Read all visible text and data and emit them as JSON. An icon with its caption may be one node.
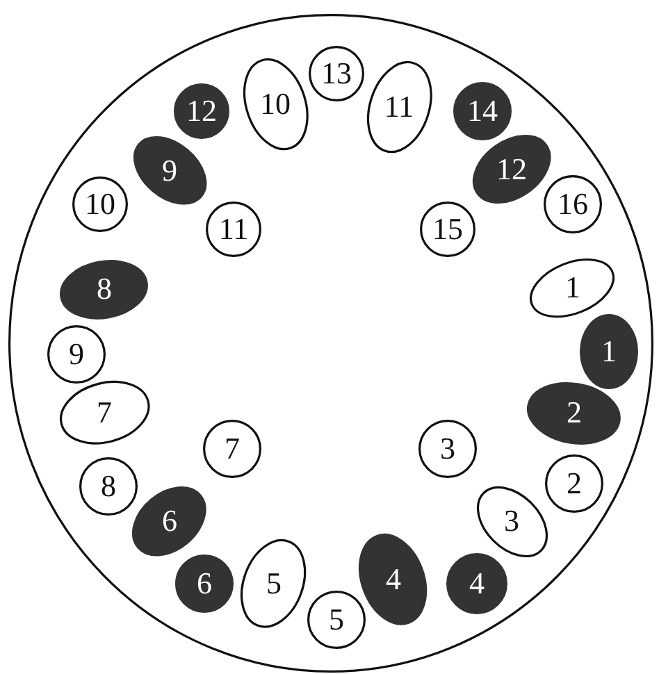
{
  "diagram": {
    "nodes": [
      {
        "text": [],
        "shape": "circle"
      },
      {
        "text": [
          "13"
        ],
        "in": 0
      },
      {
        "text": [
          "12"
        ],
        "in": 0
      },
      {
        "text": [
          "10"
        ],
        "in": 0
      },
      {
        "text": [
          "11"
        ],
        "in": 0
      },
      {
        "text": [
          "14"
        ],
        "in": 0
      },
      {
        "text": [
          "9"
        ],
        "in": 0
      },
      {
        "text": [
          "12"
        ],
        "in": 0
      },
      {
        "text": [
          "10"
        ],
        "in": 0
      },
      {
        "text": [
          "16"
        ],
        "in": 0
      },
      {
        "text": [
          "11"
        ],
        "in": 0
      },
      {
        "text": [
          "15"
        ],
        "in": 0
      },
      {
        "text": [
          "1"
        ],
        "in": 0
      },
      {
        "text": [
          "8"
        ],
        "in": 0
      },
      {
        "text": [
          "1"
        ],
        "in": 0
      },
      {
        "text": [
          "9"
        ],
        "in": 0
      },
      {
        "text": [
          "7"
        ],
        "in": 0
      },
      {
        "text": [
          "2"
        ],
        "in": 0
      },
      {
        "text": [
          "7"
        ],
        "in": 0
      },
      {
        "text": [
          "3"
        ],
        "in": 0
      },
      {
        "text": [
          "8"
        ],
        "in": 0
      },
      {
        "text": [
          "2"
        ],
        "in": 0
      },
      {
        "text": [
          "6"
        ],
        "in": 0
      },
      {
        "text": [
          "3"
        ],
        "in": 0
      },
      {
        "text": [
          "6"
        ],
        "in": 0
      },
      {
        "text": [
          "5"
        ],
        "in": 0
      },
      {
        "text": [
          "4"
        ],
        "in": 0
      },
      {
        "text": [
          "4"
        ],
        "in": 0
      },
      {
        "text": [
          "5"
        ],
        "in": 0
      }
    ]
  }
}
